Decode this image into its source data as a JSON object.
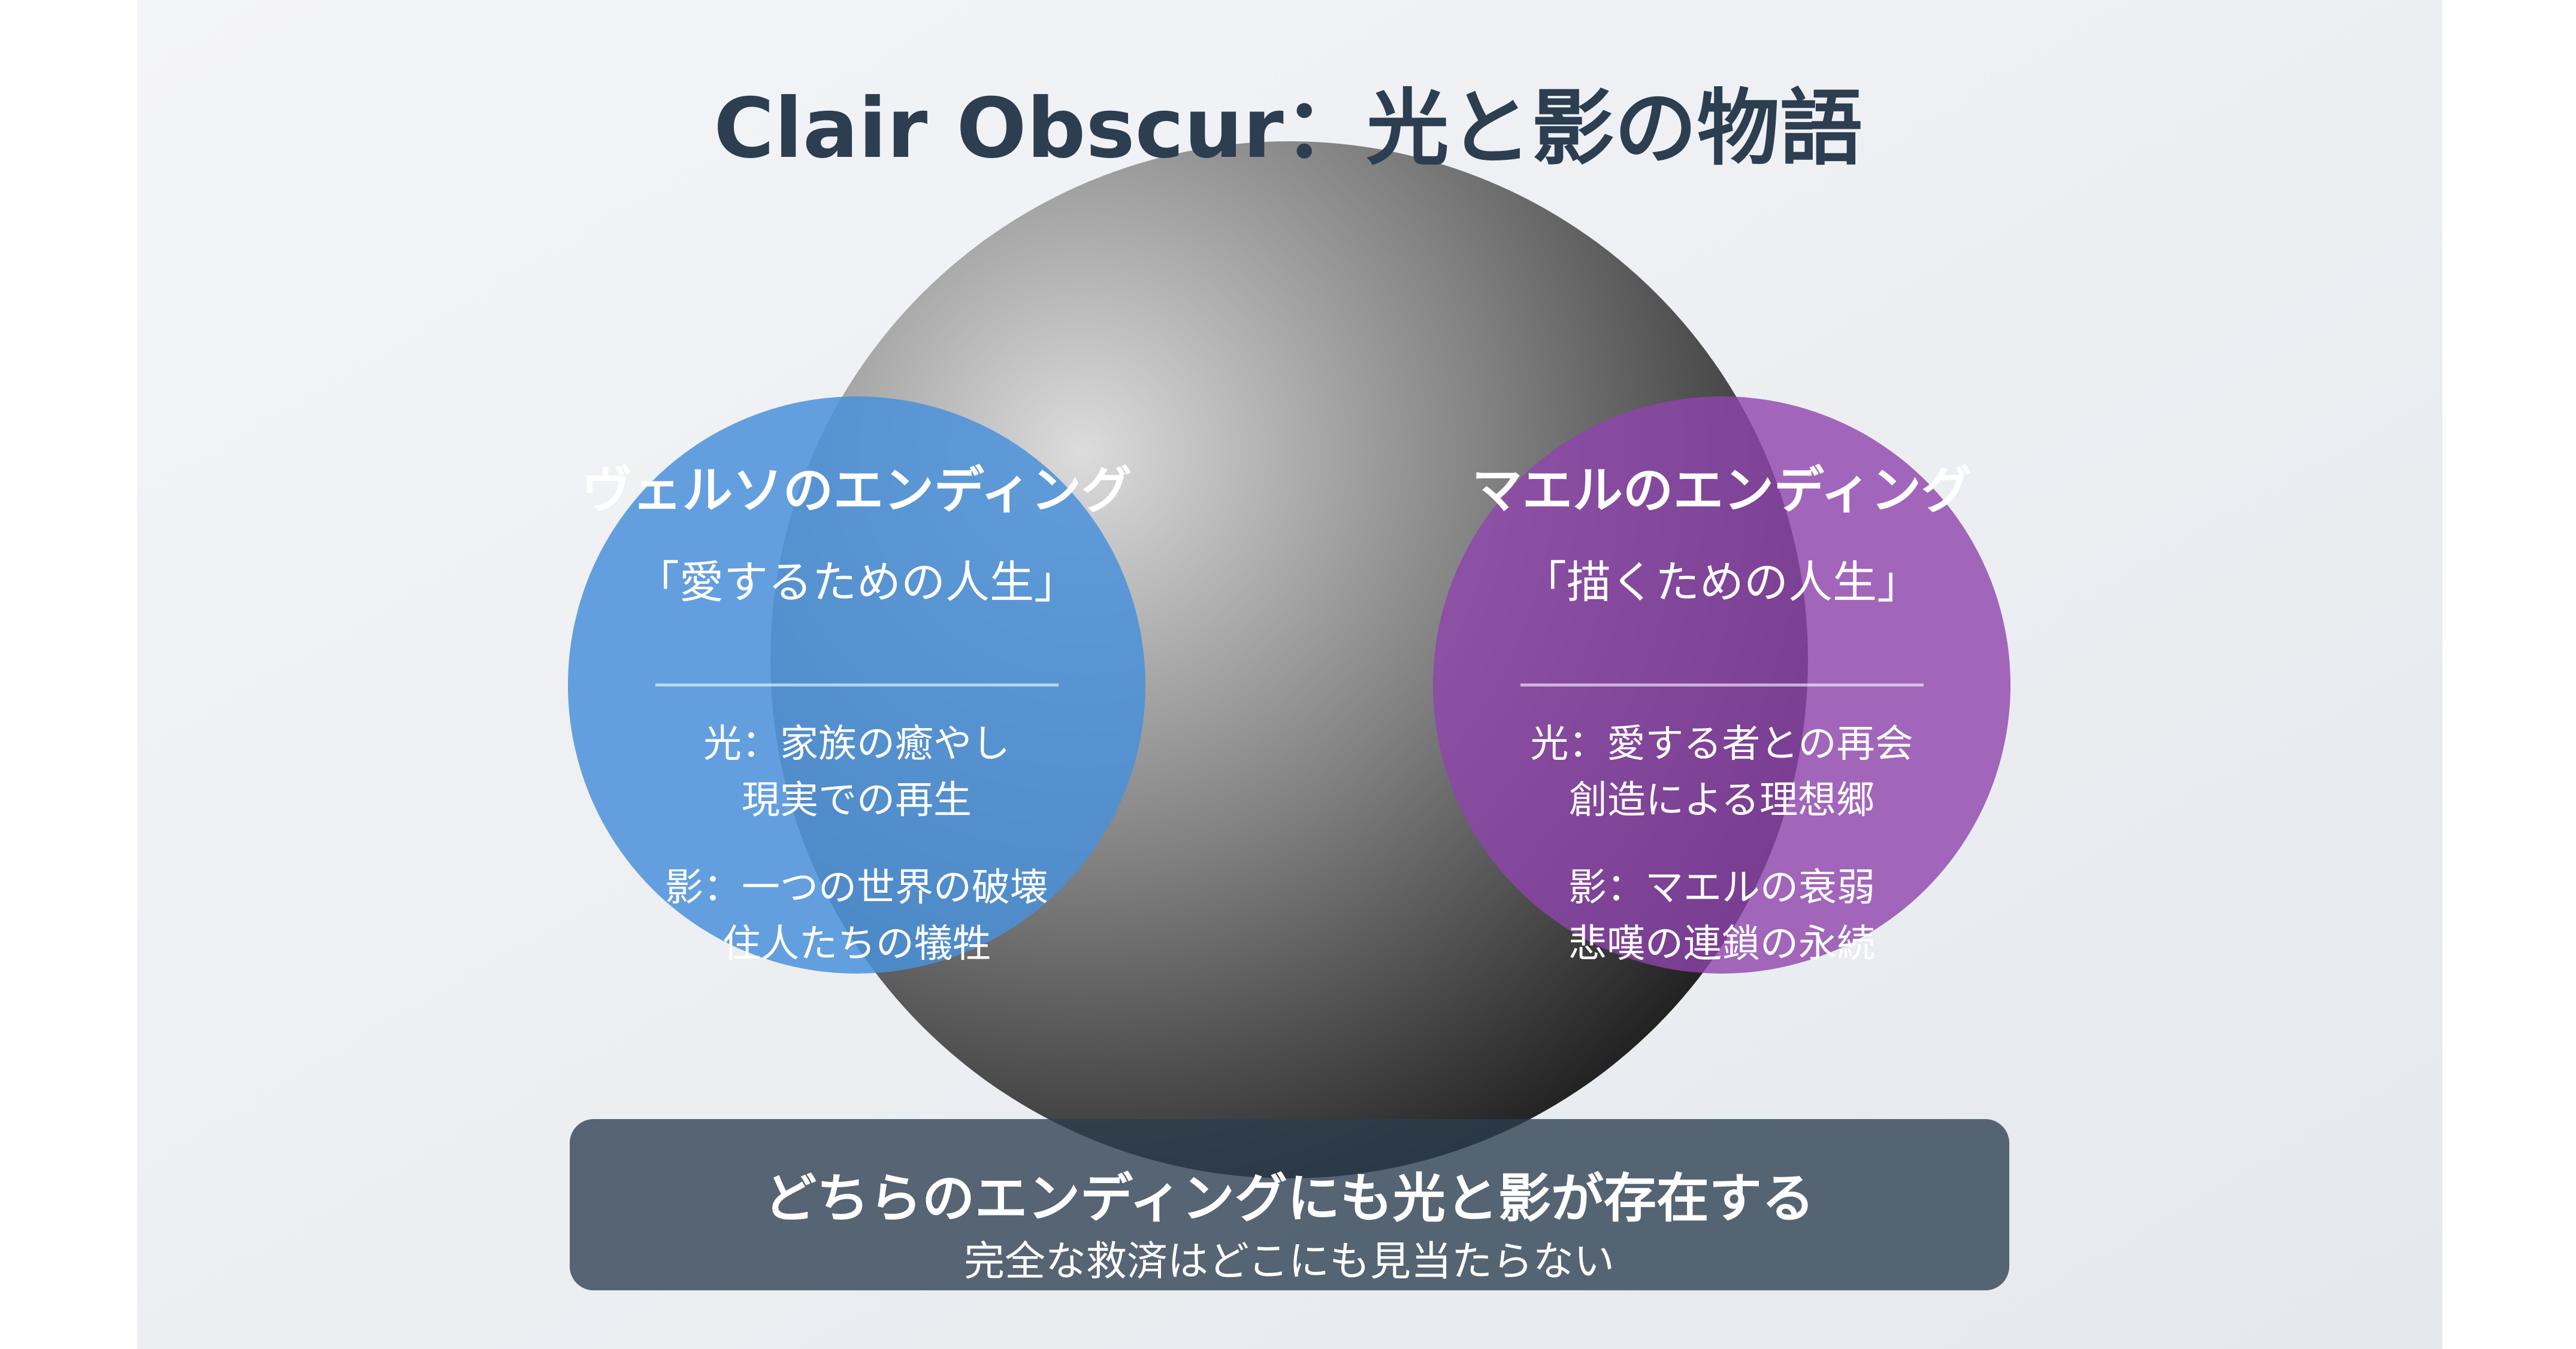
{
  "title": "Clair Obscur：光と影の物語",
  "left": {
    "heading": "ヴェルソのエンディング",
    "quote": "「愛するための人生」",
    "light": [
      "光：家族の癒やし",
      "現実での再生"
    ],
    "shadow": [
      "影：一つの世界の破壊",
      "住人たちの犠牲"
    ],
    "color": "#4a90d9"
  },
  "right": {
    "heading": "マエルのエンディング",
    "quote": "「描くための人生」",
    "light": [
      "光：愛する者との再会",
      "創造による理想郷"
    ],
    "shadow": [
      "影：マエルの衰弱",
      "悲嘆の連鎖の永続"
    ],
    "color": "#8e44ad"
  },
  "conclusion": {
    "heading": "どちらのエンディングにも光と影が存在する",
    "subtext": "完全な救済はどこにも見当たらない"
  }
}
